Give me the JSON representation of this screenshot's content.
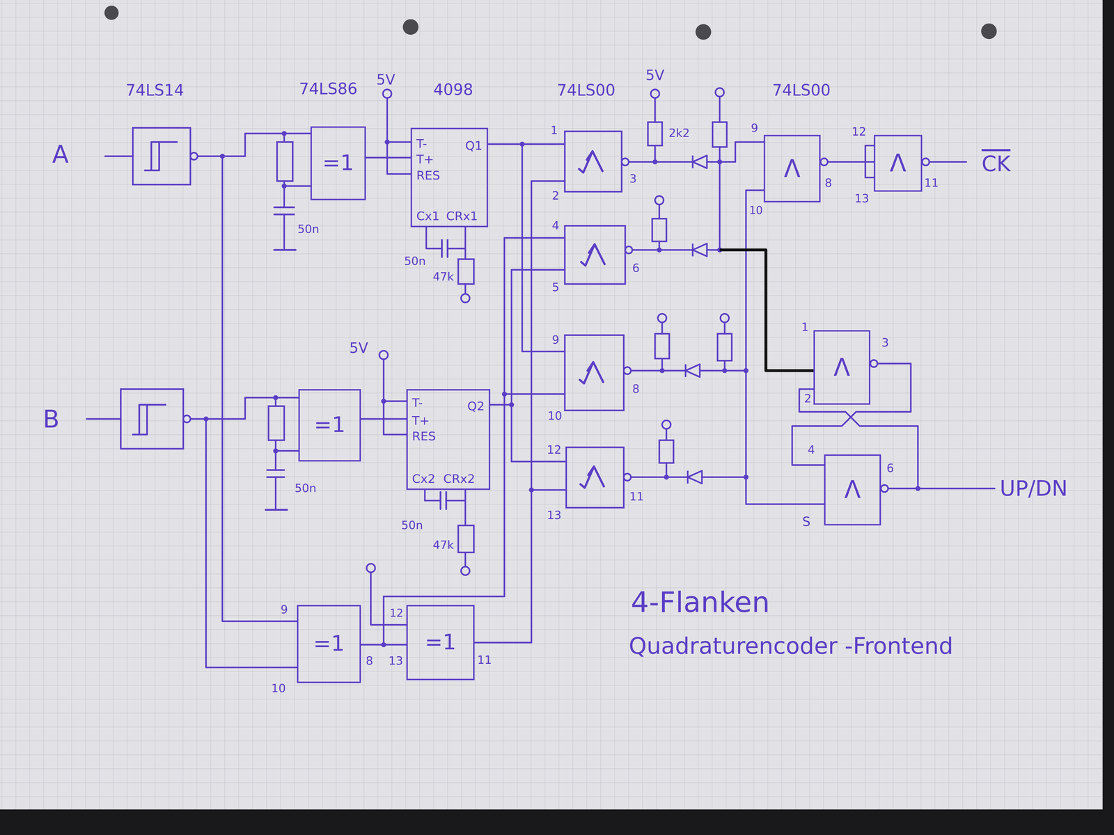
{
  "diagram": {
    "title": "4-Flanken",
    "caption": "Quadraturencoder -Frontend",
    "nodes": [
      {
        "text": [
          "=1"
        ]
      },
      {
        "text": [
          "T-",
          "T+",
          "RES",
          "Q1",
          "Cx1",
          "CRx1"
        ]
      },
      {
        "text": [
          "Λ"
        ]
      },
      {
        "text": [
          "Λ"
        ]
      },
      {
        "text": [
          "=1"
        ]
      },
      {
        "text": [
          "T-",
          "T+",
          "RES",
          "Q2",
          "Cx2",
          "CRx2"
        ]
      },
      {
        "text": [
          "Λ"
        ]
      },
      {
        "text": [
          "Λ"
        ]
      },
      {
        "text": [
          "=1"
        ]
      },
      {
        "text": [
          "=1"
        ]
      }
    ],
    "edges": [
      {
        "from": 0,
        "to": 1,
        "arrow": "none"
      },
      {
        "from": 4,
        "to": 5,
        "arrow": "none"
      },
      {
        "from": 8,
        "to": 9,
        "arrow": "none"
      },
      {
        "from": 2,
        "to": 3,
        "arrow": "none"
      },
      {
        "from": 6,
        "to": 7,
        "arrow": "none"
      },
      {
        "from": 7,
        "to": 6,
        "arrow": "none"
      }
    ],
    "labels": [
      "A",
      "74LS14",
      "74LS86",
      "5V",
      "4098",
      "50n",
      "50n",
      "47k",
      "74LS00",
      "5V",
      "2k2",
      "74LS00",
      "1",
      "2",
      "3",
      "4",
      "5",
      "6",
      "9",
      "10",
      "8",
      "12",
      "13",
      "11",
      "9",
      "10",
      "8",
      "12",
      "13",
      "11",
      "CK",
      "1",
      "2",
      "3",
      "4",
      "S",
      "6",
      "UP/DN",
      "B",
      "5V",
      "50n",
      "50n",
      "47k",
      "9",
      "10",
      "8",
      "12",
      "13",
      "11"
    ]
  }
}
